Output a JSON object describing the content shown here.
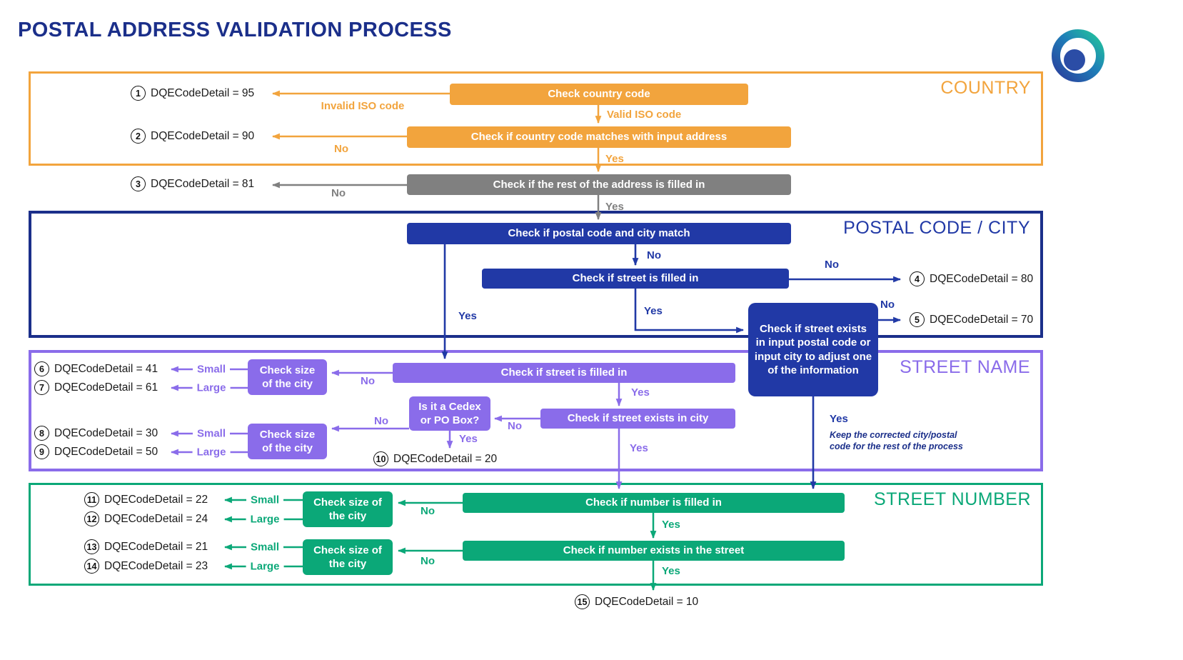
{
  "title": "POSTAL ADDRESS VALIDATION PROCESS",
  "sections": {
    "country": "COUNTRY",
    "postal_city": "POSTAL CODE / CITY",
    "street_name": "STREET NAME",
    "street_number": "STREET NUMBER"
  },
  "nodes": {
    "check_country_code": "Check country code",
    "check_country_match": "Check if country code matches with input address",
    "check_rest_filled": "Check if the rest of the address is filled in",
    "check_postal_city_match": "Check if postal code and city match",
    "check_street_filled_postal": "Check if street is filled in",
    "check_street_exists_adjust": "Check if street exists in input postal code or input city to adjust one of the information",
    "check_street_filled": "Check if street is filled in",
    "check_size_city": "Check size of the city",
    "check_street_exists_city": "Check if street exists in city",
    "cedex_po_box": "Is it a Cedex or PO Box?",
    "check_number_filled": "Check if number is filled in",
    "check_number_exists": "Check if number exists in the street"
  },
  "labels": {
    "yes": "Yes",
    "no": "No",
    "small": "Small",
    "large": "Large",
    "invalid_iso": "Invalid ISO code",
    "valid_iso": "Valid ISO code",
    "keep_note": "Keep the corrected city/postal code for the rest of the process"
  },
  "outcomes": [
    {
      "num": "1",
      "text": "DQECodeDetail = 95"
    },
    {
      "num": "2",
      "text": "DQECodeDetail = 90"
    },
    {
      "num": "3",
      "text": "DQECodeDetail = 81"
    },
    {
      "num": "4",
      "text": "DQECodeDetail = 80"
    },
    {
      "num": "5",
      "text": "DQECodeDetail = 70"
    },
    {
      "num": "6",
      "text": "DQECodeDetail = 41"
    },
    {
      "num": "7",
      "text": "DQECodeDetail = 61"
    },
    {
      "num": "8",
      "text": "DQECodeDetail = 30"
    },
    {
      "num": "9",
      "text": "DQECodeDetail = 50"
    },
    {
      "num": "10",
      "text": "DQECodeDetail = 20"
    },
    {
      "num": "11",
      "text": "DQECodeDetail = 22"
    },
    {
      "num": "12",
      "text": "DQECodeDetail = 24"
    },
    {
      "num": "13",
      "text": "DQECodeDetail = 21"
    },
    {
      "num": "14",
      "text": "DQECodeDetail = 23"
    },
    {
      "num": "15",
      "text": "DQECodeDetail = 10"
    }
  ],
  "colors": {
    "orange": "#F2A43D",
    "gray": "#808080",
    "blue": "#2139A6",
    "dark_blue": "#1B2F8A",
    "purple": "#8A6CEA",
    "green": "#0BA878"
  }
}
